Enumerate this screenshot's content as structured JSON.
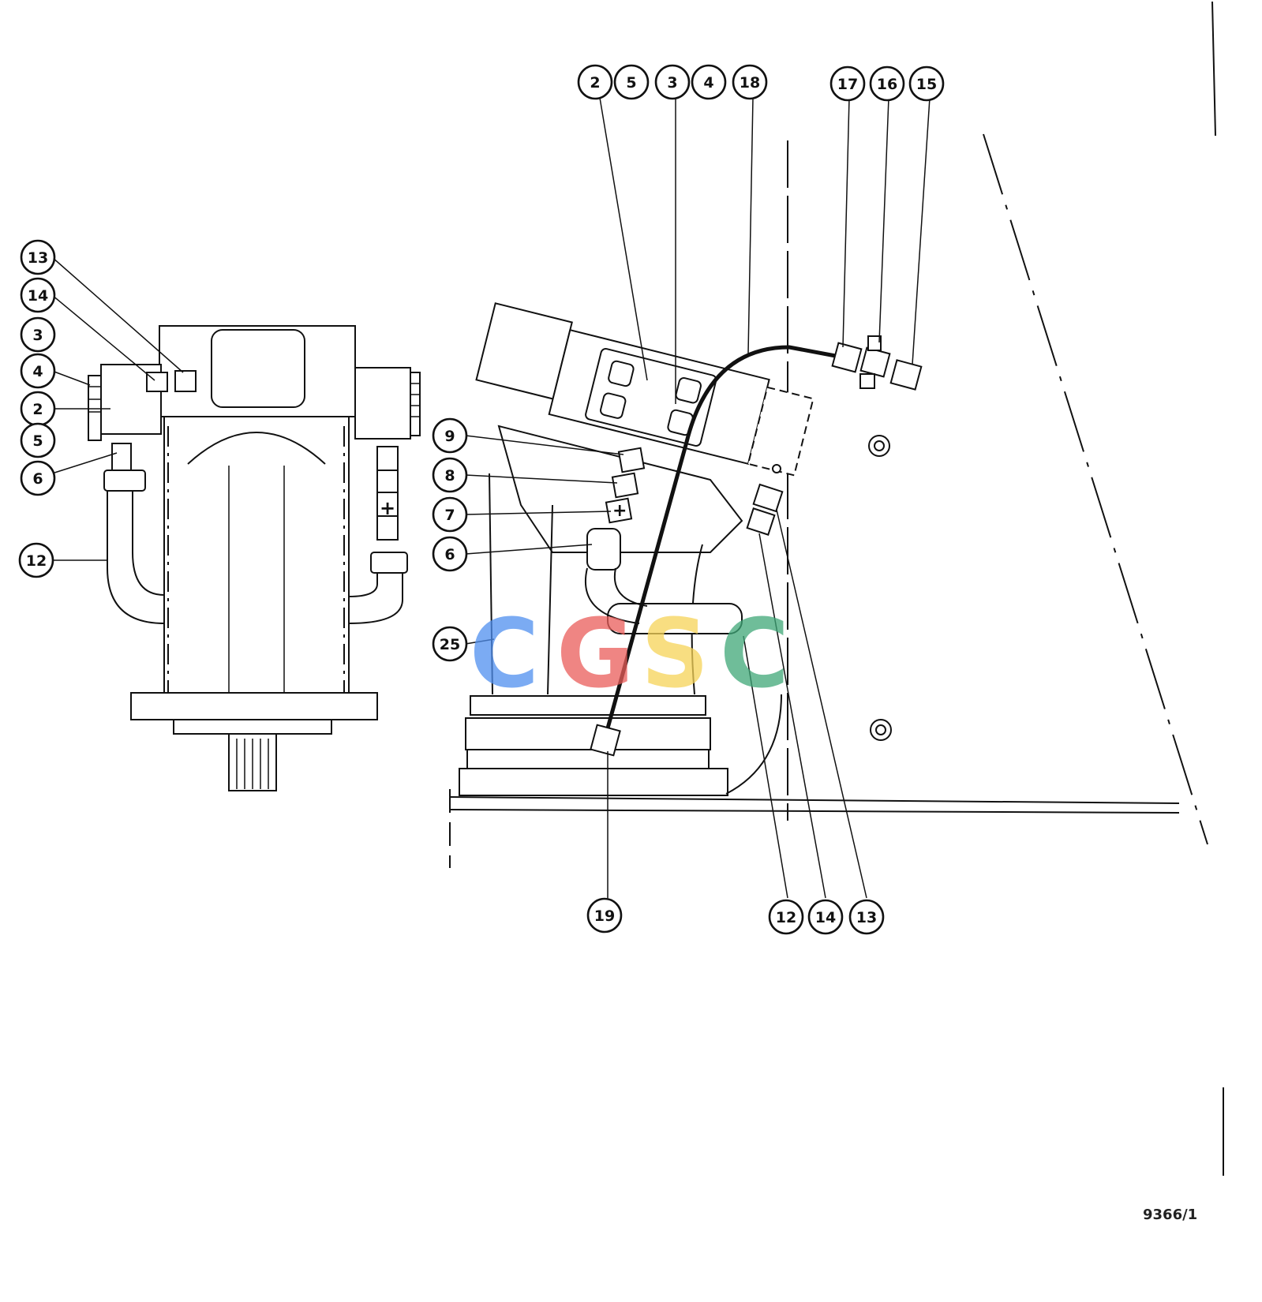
{
  "figure_ref": "9366/1",
  "watermark": {
    "letters": [
      "C",
      "G",
      "S",
      "C"
    ],
    "colors": [
      "#4f8ff0",
      "#ea5d5a",
      "#f6d358",
      "#3fa878"
    ]
  },
  "left_view_callouts": [
    "13",
    "14",
    "3",
    "4",
    "2",
    "5",
    "6",
    "12"
  ],
  "top_callouts": [
    "2",
    "5",
    "3",
    "4",
    "18",
    "17",
    "16",
    "15"
  ],
  "mid_callouts": [
    "9",
    "8",
    "7",
    "6",
    "25"
  ],
  "bottom_callouts": [
    "19",
    "12",
    "14",
    "13"
  ]
}
